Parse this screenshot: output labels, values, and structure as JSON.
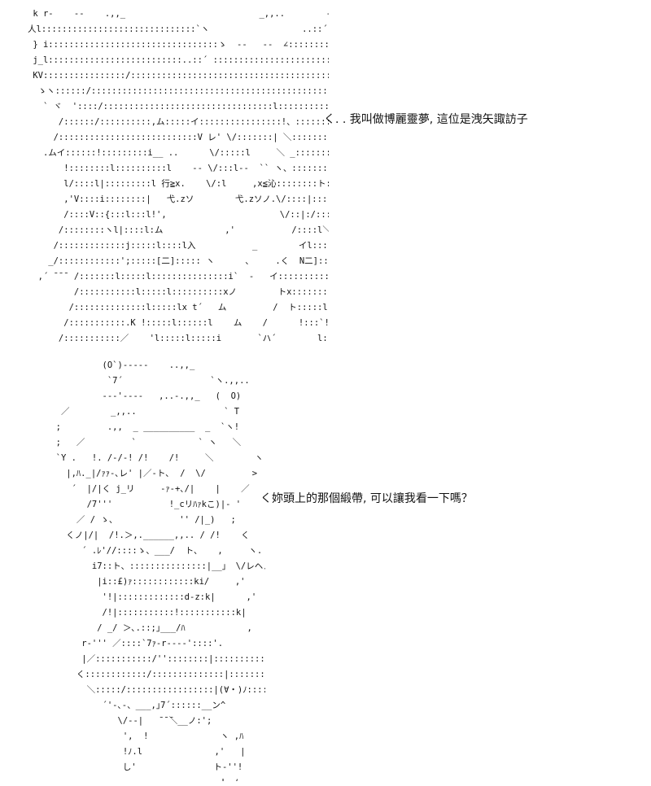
{
  "scene": {
    "top_art": " k r-    --    .,,_                          _,,..        ----:::::::::::::::7 ア\n人l::::::::::::::::::::::::::::::`ヽ                  ..::´:::::::::::::::::::::::::::/ 」\n } i:::::::::::::::::::::::::::::::::ゝ  --   --  ∠::::::::::::::::::::::::::::::::::j  (\n j_l::::::::::::::::::::::::::..::´ :::::::::::::::::::::::::::::::>::..´:::::::::::::::::::::::l  ]\n KV::::::::::::::::/::::::::::::::::::::::::::::::::::::::::::::::::::::::ヽ:::::::::::::::/ j'\n  ゝヽ::::::/::::::::::::::::::::::::::::::::::::::::::::::::::::::::::::::ヽ:::::ノ k\n   ` ヾ  '::::/:::::::::::::::::::::::::::::::::l:::::::::::::::::::::::::::::::::::ム´,x'\n      /::::::/::::::::::,ム:::::イ::::::::::::::::!、::::::::::::::::::::::::::::::::ム\n     /:::::::::::::::::::::::::::V レ' \\/:::::::| ＼::::::::::::::::::ヽ:::::::::::::}\n   .ムイ::::::!:::::::::i__ ..      \\/:::::l     ＼ _:::::::::::i:::::::::::l\n       !::::::::l::::::::::l    -- \\/:::l--  `` ヽ、:::::::::::l:::::::::::i\n       l/::::l|:::::::::l 行≧x.    \\/:l     ,x≦沁::::::::ト::::::::ハ\n       ,'V::::i::::::::|   弋.zソ        弋.zソノ.\\/::::|:::::/::ム\n       /::::V::{:::l:::l!',                      \\/::|:/::::ム\n      /::::::::ヽl|::::l:ム            ,'           /::::l＼k:::::::ム\n     /:::::::::::::j:::::l::::l入           _        イl::::::::l:::::::';:::::::::ム\n    _/::::::::::::';:::::[二]::::: ヽ      ､     .く  N二]::::::::';:::::::ム\n  ,´ ̄ ̄ ̄  /:::::::l:::::l:::::::::::::::i`  -   イ:::::::::::li:::::l::::::::::ム ̄ ̄ ̄`\n         /:::::::::::l:::::l::::::::::xノ        トx::::::::l:::::::l:::::::::::ム\n        /::::::::::::::l:::::lx t´   ム         /  ト:::::l::::::l::::::::::::::::ム\n       /:::::::::::.K !:::::l::::::l    ム    /      !:::`!:::::l ｧ:::::::::::::ム\n      /:::::::::::／    'l:::::l:::::i       `ハ´        l::::: |  ::::! ヽ:::::::::::::ム\n    /::::::::::::'       ﾉ:::::!::::i      イ⌒!＼      l:::::l::::::l     }::::::::::::ム",
    "bottom_art": "           (O`)-‐‐‐-    ..,,_\n            `7´                 `ヽ.,,..\n           --‐'‐‐‐-   ,..-.,,_   (  O)\n   ／        _,,..                 ` T\n  ;         .,,  _ __________  _  `ヽ!\n  ;   ／         `            ` ヽ   ＼\n  `Y .   !. /-/-! /!    /!     ＼        ヽ\n    |,ﾊ._|/ｧｧ‐､レ' |／-ト､  /  \\/         >\n     ´  |/|く j_リ     -ｧ-+､/|    |    ／\n        /7'''           !_cリﾊｧkこ)|- '\n      ／ / ゝ、            '' /|_)   ;\n    くノ|/|  /!.＞,.______,,.. / /!    く\n       ´ .ﾚ'//::::ゝ、___/  ト、   ,     ヽ.\n         i7::ト、:::::::::::::::|__」 \\/レヘノ\n          |i::£)ｧ::::::::::::ki/     ,'\n           '!|:::::::::::::d-z:k|      ,'\n           /!|:::::::::::!:::::::::::k|        ＼\n          / _/ ＞､.::;｣___/ﾊ            ,\n       r-''' ／::::`7ｧ-r‐‐‐-'::::'.             ,\n       |／:::::::::::/''::::::::|:::::::::::::::＼          ノ\n      く::::::::::::/::::::::::::::|::::::::::::::::::＼_______,,..イ\n        ＼:::::/:::::::::::::::::|(∀・)ﾉ:::::＼_ン＼_ノ\n           ´'-､-、___,｣7´::::::__ン^\n              \\/--|   ̄ ̄ ̄＼__ノ:';\n               ',  !              ヽ ,ﾊ\n               !ﾉ.l              ,'   |\n               し'               ト‐''!\n                                  !_ノ",
    "dialogue_1": "く. . 我叫做博麗靈夢, 這位是洩矢諏訪子",
    "dialogue_2": "く妳頭上的那個緞帶, 可以讓我看一下嗎？"
  }
}
